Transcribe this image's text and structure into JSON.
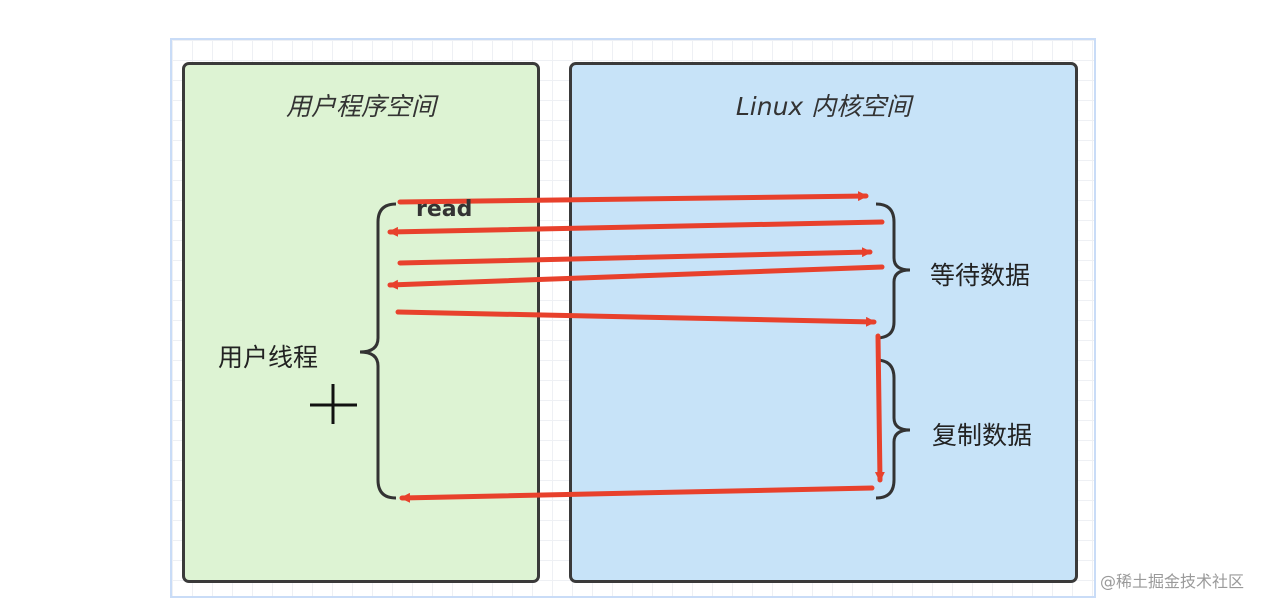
{
  "diagram": {
    "user_space": {
      "title": "用户程序空间",
      "thread_label": "用户线程",
      "read_label": "read"
    },
    "kernel_space": {
      "title": "Linux 内核空间",
      "wait_label": "等待数据",
      "copy_label": "复制数据"
    },
    "colors": {
      "user_fill": "#ddf3d3",
      "kernel_fill": "#c7e3f8",
      "arrow": "#e8412c",
      "border": "#3a3a3a"
    }
  },
  "watermark": "@稀土掘金技术社区"
}
